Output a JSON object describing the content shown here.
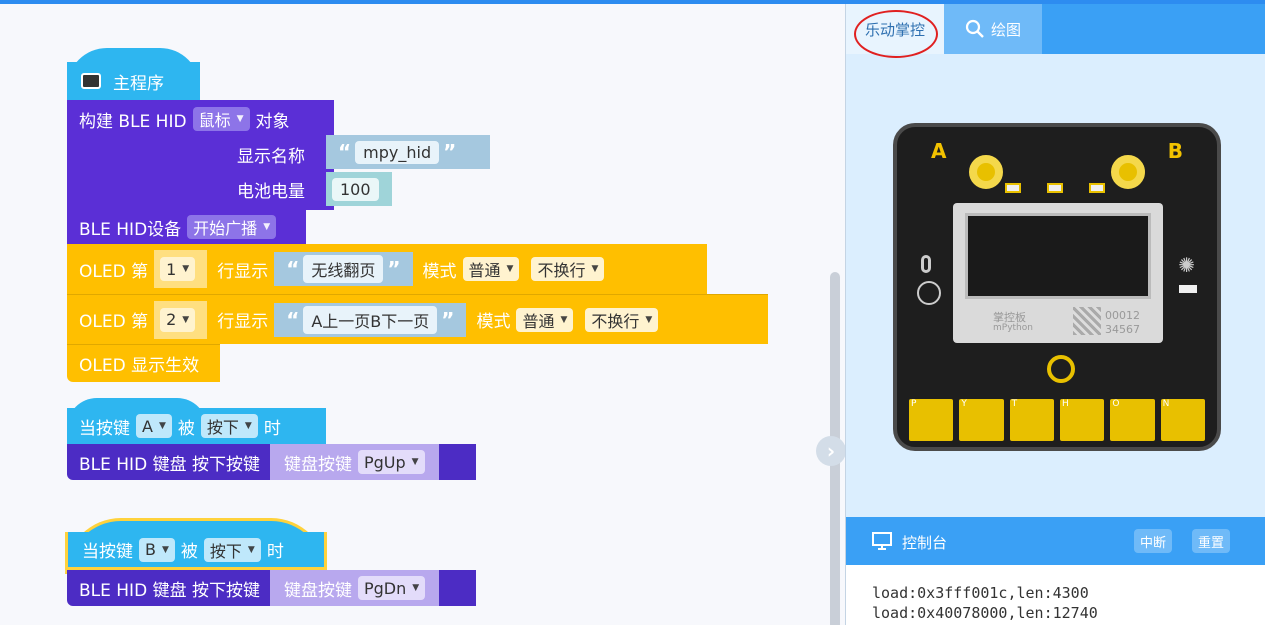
{
  "workspace": {
    "main_block": {
      "label": "主程序"
    },
    "ble_build": {
      "label": "构建 BLE HID",
      "type": "鼠标",
      "suffix": "对象",
      "name_label": "显示名称",
      "name_value": "mpy_hid",
      "battery_label": "电池电量",
      "battery_value": "100"
    },
    "ble_device": {
      "label": "BLE HID设备",
      "action": "开始广播"
    },
    "oled1": {
      "prefix": "OLED 第",
      "line": "1",
      "mid": "行显示",
      "text": "无线翻页",
      "mode_label": "模式",
      "mode": "普通",
      "wrap": "不换行"
    },
    "oled2": {
      "prefix": "OLED 第",
      "line": "2",
      "mid": "行显示",
      "text": "A上一页B下一页",
      "mode_label": "模式",
      "mode": "普通",
      "wrap": "不换行"
    },
    "oled_show": {
      "label": "OLED 显示生效"
    },
    "event_a": {
      "prefix": "当按键",
      "key": "A",
      "mid": "被",
      "action": "按下",
      "suffix": "时",
      "kb_label": "BLE HID 键盘 按下按键",
      "kb_inner": "键盘按键",
      "kb_key": "PgUp"
    },
    "event_b": {
      "prefix": "当按键",
      "key": "B",
      "mid": "被",
      "action": "按下",
      "suffix": "时",
      "kb_label": "BLE HID 键盘 按下按键",
      "kb_inner": "键盘按键",
      "kb_key": "PgDn"
    },
    "quote_open": "“",
    "quote_close": "”"
  },
  "panel": {
    "tab_control": "乐动掌控",
    "tab_draw": "绘图",
    "board": {
      "btn_a": "A",
      "btn_b": "B",
      "logo_cn": "掌控板",
      "logo_en": "mPython",
      "serial1": "00012",
      "serial2": "34567",
      "pins": [
        "P",
        "Y",
        "T",
        "H",
        "O",
        "N"
      ]
    },
    "console": {
      "title": "控制台",
      "btn_interrupt": "中断",
      "btn_reset": "重置",
      "lines": [
        "load:0x3fff001c,len:4300",
        "load:0x40078000,len:12740"
      ]
    }
  },
  "colors": {
    "purple": "#5b2fd6",
    "yellow": "#ffbf00",
    "blue": "#2eb6f0",
    "accent": "#3aa0f5"
  }
}
